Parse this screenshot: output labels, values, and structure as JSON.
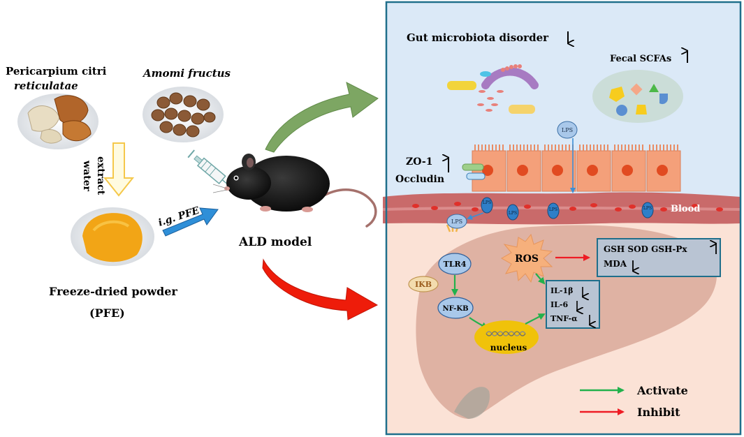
{
  "herbs": {
    "pericarpium_line1": "Pericarpium citri",
    "pericarpium_line2": "reticulatae",
    "amomi": "Amomi fructus",
    "water": "water",
    "extract": "extract",
    "powder_line1": "Freeze-dried powder",
    "powder_line2": "(PFE)",
    "gavage": "i.g. PFE"
  },
  "model": {
    "label": "ALD model"
  },
  "gut": {
    "microbiota": "Gut microbiota disorder",
    "scfa": "Fecal SCFAs",
    "zo1": "ZO-1",
    "occludin": "Occludin",
    "lps": "LPS",
    "blood": "Blood"
  },
  "liver": {
    "tlr4": "TLR4",
    "ikb": "IKB",
    "nfkb": "NF-KB",
    "nucleus": "nucleus",
    "ros": "ROS",
    "antioxidants": "GSH SOD GSH-Px",
    "mda": "MDA",
    "il1b": "IL-1β",
    "il6": "IL-6",
    "tnf": "TNF-α"
  },
  "legend": {
    "activate": "Activate",
    "inhibit": "Inhibit"
  },
  "colors": {
    "activate": "#22b14c",
    "inhibit": "#ee1c24",
    "panel_border": "#1f6f8b",
    "gut_bg": "#dbe9f7",
    "liver_bg": "#fbe2d6",
    "epithelium": "#f4a07a",
    "blood_vessel": "#c96a6a"
  }
}
